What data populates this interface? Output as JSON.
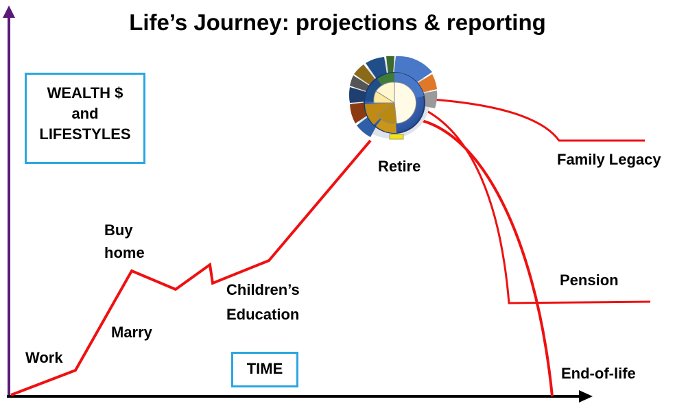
{
  "title": "Life’s Journey: projections & reporting",
  "wealth_box": {
    "line1": "WEALTH $",
    "line2": "and",
    "line3": "LIFESTYLES"
  },
  "time_box": "TIME",
  "milestones": {
    "work": "Work",
    "buy_home_1": "Buy",
    "buy_home_2": "home",
    "marry": "Marry",
    "children_1": "Children’s",
    "children_2": "Education",
    "retire": "Retire",
    "family_legacy": "Family Legacy",
    "pension": "Pension",
    "end_of_life": "End-of-life"
  },
  "colors": {
    "y_axis": "#5b1a78",
    "x_axis": "#000000",
    "path": "#ee1111",
    "box_border": "#2aa6e0"
  }
}
